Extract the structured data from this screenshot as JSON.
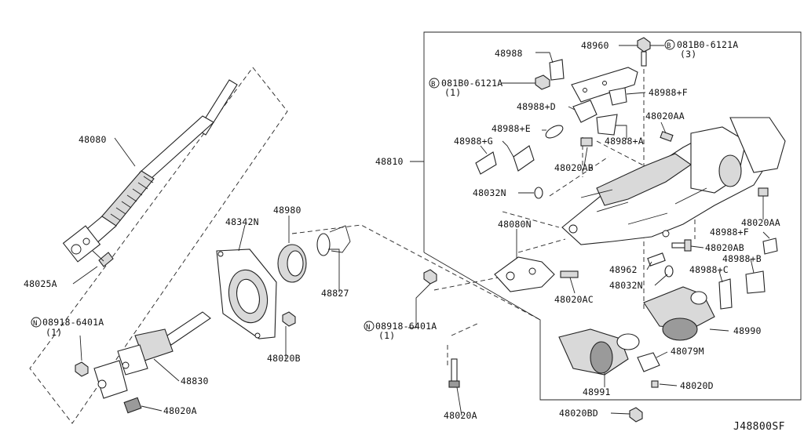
{
  "drawing_code": "J48800SF",
  "callouts": {
    "p48080": "48080",
    "p48025A": "48025A",
    "p08918_left": "08918-6401A",
    "p08918_left_qty": "(1)",
    "p48830": "48830",
    "p48020A_left": "48020A",
    "p48342N": "48342N",
    "p48980": "48980",
    "p48827": "48827",
    "p48020B": "48020B",
    "p08918_mid": "08918-6401A",
    "p08918_mid_qty": "(1)",
    "p48020A_mid": "48020A",
    "p48810": "48810",
    "p48988": "48988",
    "p48960": "48960",
    "p081B0_top": "081B0-6121A",
    "p081B0_top_qty": "(3)",
    "p081B0_mid": "081B0-6121A",
    "p081B0_mid_qty": "(1)",
    "p48988F_top": "48988+F",
    "p48988D": "48988+D",
    "p48988E": "48988+E",
    "p48988G": "48988+G",
    "p48988A": "48988+A",
    "p48020AA_top": "48020AA",
    "p48020AB_top": "48020AB",
    "p48032N_top": "48032N",
    "p48020AA_right": "48020AA",
    "p48080N": "48080N",
    "p48988F_right": "48988+F",
    "p48020AB_right": "48020AB",
    "p48988B": "48988+B",
    "p48962": "48962",
    "p48988C": "48988+C",
    "p48032N_bot": "48032N",
    "p48020AC": "48020AC",
    "p48990": "48990",
    "p48079M": "48079M",
    "p48991": "48991",
    "p48020D": "48020D",
    "p48020BD": "48020BD"
  },
  "symbols": {
    "bolt_symbol": "B",
    "nut_symbol": "N"
  }
}
